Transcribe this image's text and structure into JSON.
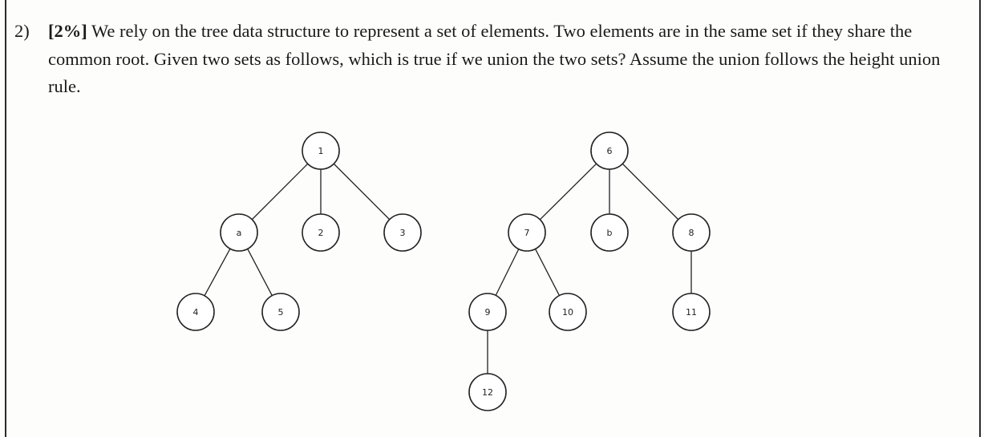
{
  "question": {
    "number": "2)",
    "weight": "[2%]",
    "text": " We rely on the tree data structure to represent a set of elements. Two elements are in the same set if they share the common root. Given two sets as follows, which is true if we union the two sets? Assume the union follows the height union rule."
  },
  "trees": [
    {
      "nodes": [
        {
          "id": "n1",
          "label": "1"
        },
        {
          "id": "na",
          "label": "a"
        },
        {
          "id": "n2",
          "label": "2"
        },
        {
          "id": "n3",
          "label": "3"
        },
        {
          "id": "n4",
          "label": "4"
        },
        {
          "id": "n5",
          "label": "5"
        }
      ],
      "edges": [
        [
          "n1",
          "na"
        ],
        [
          "n1",
          "n2"
        ],
        [
          "n1",
          "n3"
        ],
        [
          "na",
          "n4"
        ],
        [
          "na",
          "n5"
        ]
      ]
    },
    {
      "nodes": [
        {
          "id": "n6",
          "label": "6"
        },
        {
          "id": "n7",
          "label": "7"
        },
        {
          "id": "nb",
          "label": "b"
        },
        {
          "id": "n8",
          "label": "8"
        },
        {
          "id": "n9",
          "label": "9"
        },
        {
          "id": "n10",
          "label": "10"
        },
        {
          "id": "n11",
          "label": "11"
        },
        {
          "id": "n12",
          "label": "12"
        }
      ],
      "edges": [
        [
          "n6",
          "n7"
        ],
        [
          "n6",
          "nb"
        ],
        [
          "n6",
          "n8"
        ],
        [
          "n7",
          "n9"
        ],
        [
          "n7",
          "n10"
        ],
        [
          "n8",
          "n11"
        ],
        [
          "n9",
          "n12"
        ]
      ]
    }
  ]
}
